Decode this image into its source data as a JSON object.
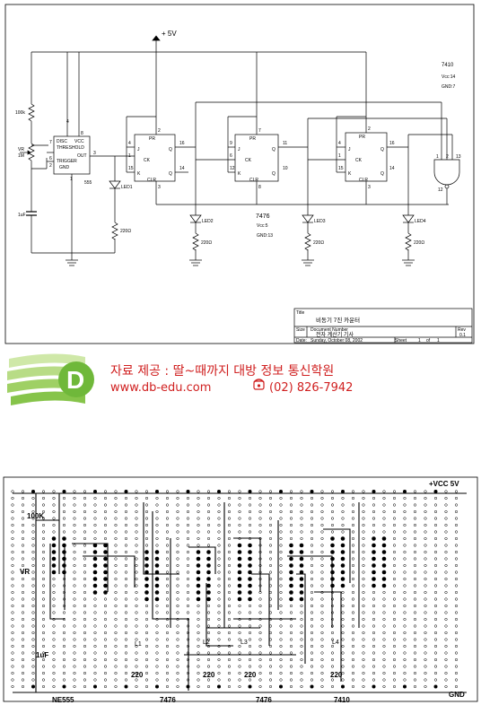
{
  "schematic": {
    "supply_label": "+ 5V",
    "ic_7410": {
      "name": "7410",
      "vcc": "Vcc:14",
      "gnd": "GND:7"
    },
    "ic_7476": {
      "name": "7476",
      "vcc": "Vcc:5",
      "gnd": "GND:13"
    },
    "timer": {
      "name": "555",
      "pins": [
        "DISC",
        "VCC",
        "THRESHOLD",
        "OUT",
        "TRIGGER",
        "GND"
      ],
      "pin_numbers": [
        "4",
        "8",
        "7",
        "3",
        "6",
        "2",
        "1"
      ]
    },
    "components": {
      "r1": "100k",
      "vr": "VR",
      "vr2": "1M",
      "cap": "1uF"
    },
    "ff_pins": {
      "pr": "PR",
      "clr": "CLR",
      "j": "J",
      "k": "K",
      "ck": "CK",
      "q": "Q",
      "qb": "Q"
    },
    "ff1_nums": [
      "2",
      "4",
      "1",
      "16",
      "14",
      "3",
      "15"
    ],
    "ff2_nums": [
      "7",
      "9",
      "6",
      "11",
      "12",
      "10",
      "8"
    ],
    "ff3_nums": [
      "2",
      "4",
      "1",
      "16",
      "14",
      "3",
      "15"
    ],
    "leds": [
      "LED1",
      "LED2",
      "LED3",
      "LED4"
    ],
    "resistors": [
      "220Ω",
      "220Ω",
      "220Ω",
      "220Ω"
    ],
    "gate_pins": [
      "1",
      "2",
      "13",
      "12"
    ],
    "title_block": {
      "title_header": "Title",
      "title": "비동기 7진 카운터",
      "size_header": "Size",
      "docnum_header": "Document Number",
      "rev_header": "Rev",
      "docnum": "전자 계산기 기사",
      "rev": "0.1",
      "date_header": "Date:",
      "date": "Sunday, October 08, 2002",
      "sheet_header": "Sheet",
      "sheet": "1",
      "of": "of",
      "sheet_total": "1"
    }
  },
  "ad": {
    "logo_letter": "D",
    "line1": "자료 제공 : 딸~때까지 대방 정보 통신학원",
    "url": "www.db-edu.com",
    "phone_icon": "phone-icon",
    "phone": "(02) 826-7942"
  },
  "breadboard": {
    "vcc_label": "+VCC 5V",
    "gnd_label": "GND",
    "labels": {
      "r": "100K",
      "vr": "VR",
      "cap": "1uF"
    },
    "resistor_labels": [
      "220",
      "220",
      "220",
      "220"
    ],
    "led_labels": [
      "L1",
      "L2",
      "L3",
      "L4"
    ],
    "bottom_labels": [
      "NE555",
      "7476",
      "7476",
      "7410"
    ],
    "column_count": 44,
    "row_count": 30
  }
}
